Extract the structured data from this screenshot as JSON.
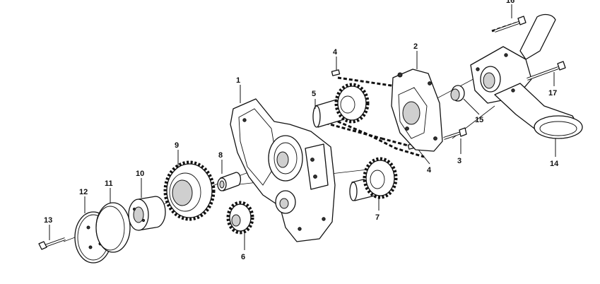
{
  "callouts": [
    {
      "id": "c1",
      "text": "1"
    },
    {
      "id": "c2",
      "text": "2"
    },
    {
      "id": "c3",
      "text": "3"
    },
    {
      "id": "c4a",
      "text": "4"
    },
    {
      "id": "c4b",
      "text": "4"
    },
    {
      "id": "c5",
      "text": "5"
    },
    {
      "id": "c6",
      "text": "6"
    },
    {
      "id": "c7",
      "text": "7"
    },
    {
      "id": "c8",
      "text": "8"
    },
    {
      "id": "c9",
      "text": "9"
    },
    {
      "id": "c10",
      "text": "10"
    },
    {
      "id": "c11",
      "text": "11"
    },
    {
      "id": "c12",
      "text": "12"
    },
    {
      "id": "c13",
      "text": "13"
    },
    {
      "id": "c14",
      "text": "14"
    },
    {
      "id": "c15",
      "text": "15"
    },
    {
      "id": "c16",
      "text": "16"
    },
    {
      "id": "c17",
      "text": "17"
    }
  ]
}
